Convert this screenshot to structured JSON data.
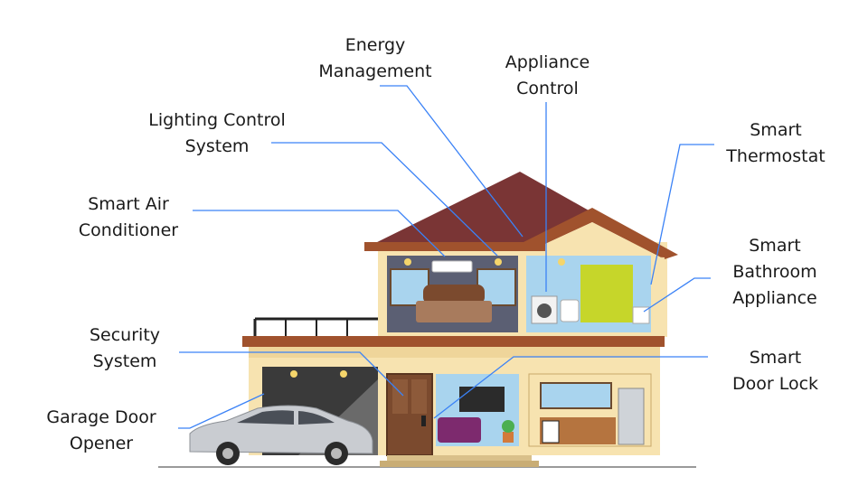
{
  "labels": {
    "energy": [
      "Energy",
      "Management"
    ],
    "appliance": [
      "Appliance",
      "Control"
    ],
    "lighting": [
      "Lighting Control",
      "System"
    ],
    "thermostat": [
      "Smart",
      "Thermostat"
    ],
    "aircon": [
      "Smart Air",
      "Conditioner"
    ],
    "bathroom": [
      "Smart",
      "Bathroom",
      "Appliance"
    ],
    "security": [
      "Security",
      "System"
    ],
    "doorlock": [
      "Smart",
      "Door Lock"
    ],
    "garage": [
      "Garage Door",
      "Opener"
    ]
  },
  "colors": {
    "leader_line": "#3b82f6",
    "roof": "#7a3535",
    "trim": "#a0522d",
    "wall": "#f7e3b0",
    "window_sky": "#a9d4ee",
    "car": "#c9ccd1"
  }
}
